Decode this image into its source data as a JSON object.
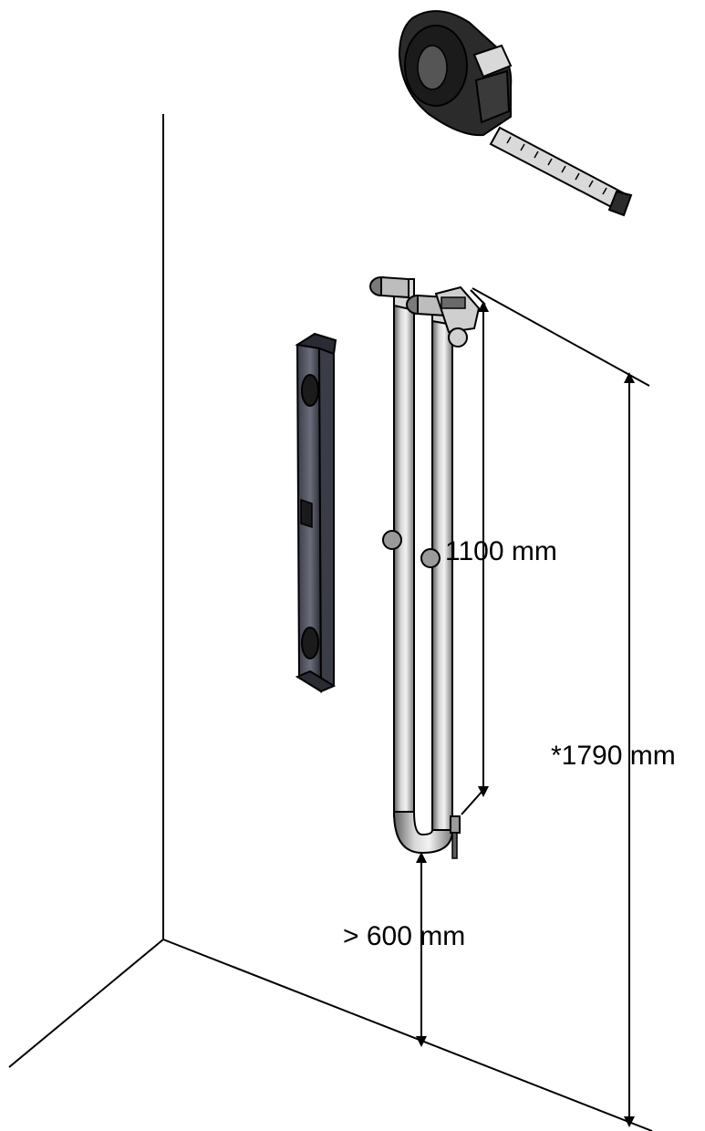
{
  "labels": {
    "segment_height": "1100 mm",
    "total_height": "*1790 mm",
    "floor_clearance": "> 600 mm"
  },
  "colors": {
    "line": "#000000",
    "level_body": "#5a5d6a",
    "level_dark": "#2a2b33",
    "tape_body": "#2b2b2b",
    "tape_light": "#d9d9d9",
    "pipe_light": "#d8d8d8",
    "pipe_mid": "#9a9a9a",
    "pipe_dark": "#5e5e5e"
  },
  "icons": [
    "tape-measure-icon",
    "spirit-level-icon",
    "shower-rail-icon"
  ]
}
